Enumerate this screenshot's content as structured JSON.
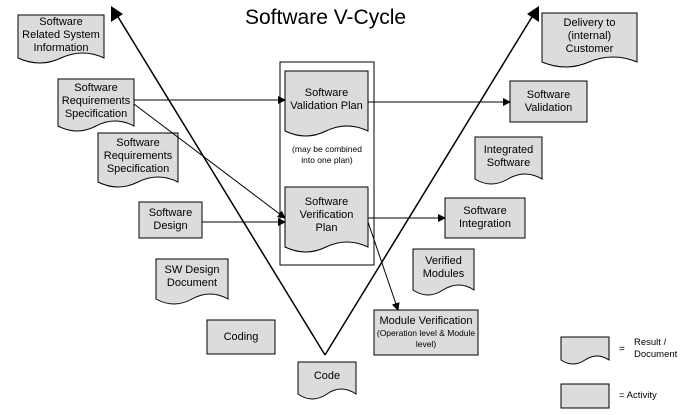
{
  "title": "Software V-Cycle",
  "documents": {
    "system_info": "Software Related System Information",
    "req_spec_1": "Software Requirements Specification",
    "req_spec_2": "Software Requirements Specification",
    "sw_design_doc": "SW Design Document",
    "validation_plan": "Software Validation Plan",
    "verification_plan": "Software Verification Plan",
    "integrated_sw": "Integrated Software",
    "verified_modules": "Verified Modules",
    "code": "Code",
    "delivery": "Delivery to (internal) Customer"
  },
  "activities": {
    "software_design": "Software Design",
    "coding": "Coding",
    "validation": "Software Validation",
    "integration": "Software Integration",
    "module_verification_title": "Module Verification",
    "module_verification_detail": "(Operation level & Module level)"
  },
  "plan_note": "(may be combined into one plan)",
  "legend": {
    "doc_eq": "=",
    "doc_label": "Result / Document",
    "activity_eq": "=",
    "activity_label": "= Activity"
  },
  "colors": {
    "box_fill": "#dcdcdc",
    "stroke": "#000000"
  }
}
